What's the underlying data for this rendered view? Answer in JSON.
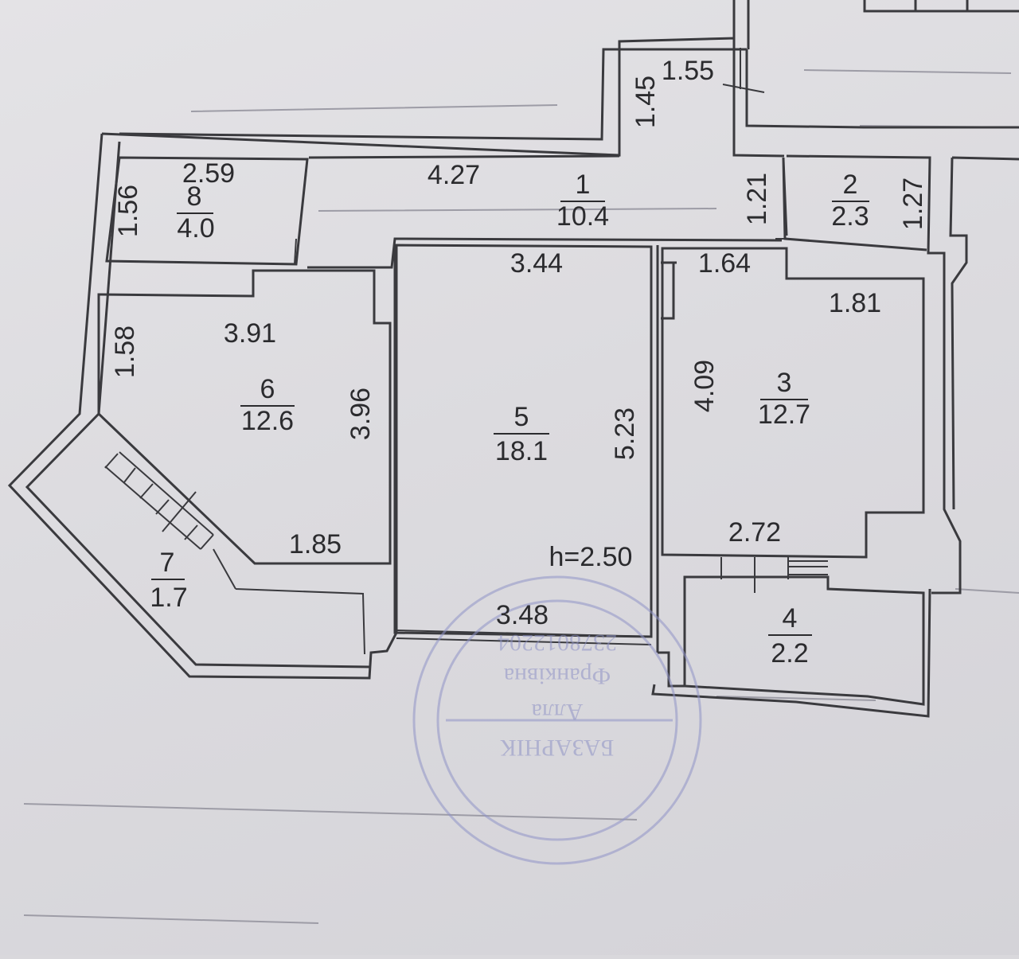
{
  "height_label": "h=2.50",
  "rooms": [
    {
      "id": "1",
      "number": "1",
      "area": "10.4"
    },
    {
      "id": "2",
      "number": "2",
      "area": "2.3"
    },
    {
      "id": "3",
      "number": "3",
      "area": "12.7"
    },
    {
      "id": "4",
      "number": "4",
      "area": "2.2"
    },
    {
      "id": "5",
      "number": "5",
      "area": "18.1"
    },
    {
      "id": "6",
      "number": "6",
      "area": "12.6"
    },
    {
      "id": "7",
      "number": "7",
      "area": "1.7"
    },
    {
      "id": "8",
      "number": "8",
      "area": "4.0"
    }
  ],
  "dimensions": {
    "d155": "1.55",
    "d145": "1.45",
    "d427": "4.27",
    "d121": "1.21",
    "d127": "1.27",
    "d259": "2.59",
    "d156": "1.56",
    "d344": "3.44",
    "d164": "1.64",
    "d181": "1.81",
    "d391": "3.91",
    "d158": "1.58",
    "d396": "3.96",
    "d523": "5.23",
    "d409": "4.09",
    "d185": "1.85",
    "d272": "2.72",
    "d348": "3.48"
  },
  "stamp": {
    "line1": "БАЗАРНІК",
    "line2": "Алла",
    "line3": "Франківна",
    "line4": "2378012204"
  },
  "colors": {
    "paper": "#dedde1",
    "ink": "#2b2b2e",
    "stamp": "#8f93c6"
  }
}
